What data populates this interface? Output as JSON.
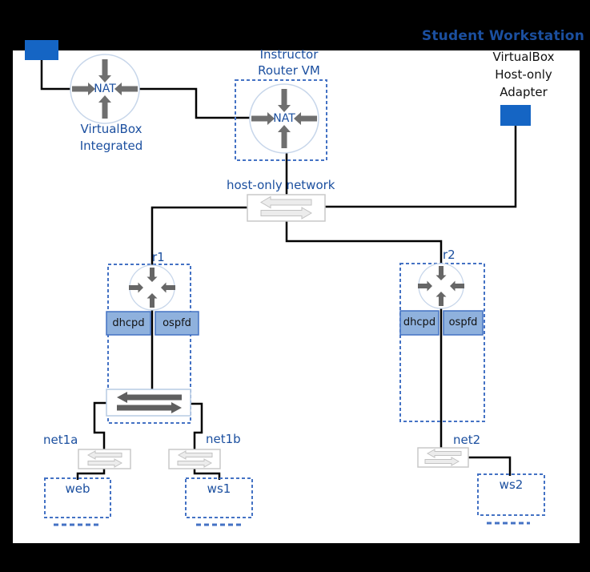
{
  "title": "Student Workstation",
  "adapters": {
    "integrated": {
      "nat_label": "NAT",
      "caption": "VirtualBox\nIntegrated"
    },
    "host_only": {
      "caption": "VirtualBox\nHost-only\nAdapter"
    }
  },
  "instructor_vm": {
    "caption": "Instructor\nRouter VM",
    "nat_label": "NAT"
  },
  "host_only_network": {
    "label": "host-only network"
  },
  "routers": {
    "r1": {
      "label": "r1",
      "daemons": [
        "dhcpd",
        "ospfd"
      ]
    },
    "r2": {
      "label": "r2",
      "daemons": [
        "dhcpd",
        "ospfd"
      ]
    }
  },
  "networks": {
    "net1a": "net1a",
    "net1b": "net1b",
    "net2": "net2"
  },
  "hosts": {
    "web": "web",
    "ws1": "ws1",
    "ws2": "ws2"
  },
  "colors": {
    "adapter_blue": "#1565c4",
    "label_blue": "#1b4f9f",
    "dashed_blue": "#4472c4",
    "daemon_fill": "#8fb1dd",
    "router_circle_stroke": "#c7d6ea",
    "switch_gray": "#c9c9c9"
  }
}
